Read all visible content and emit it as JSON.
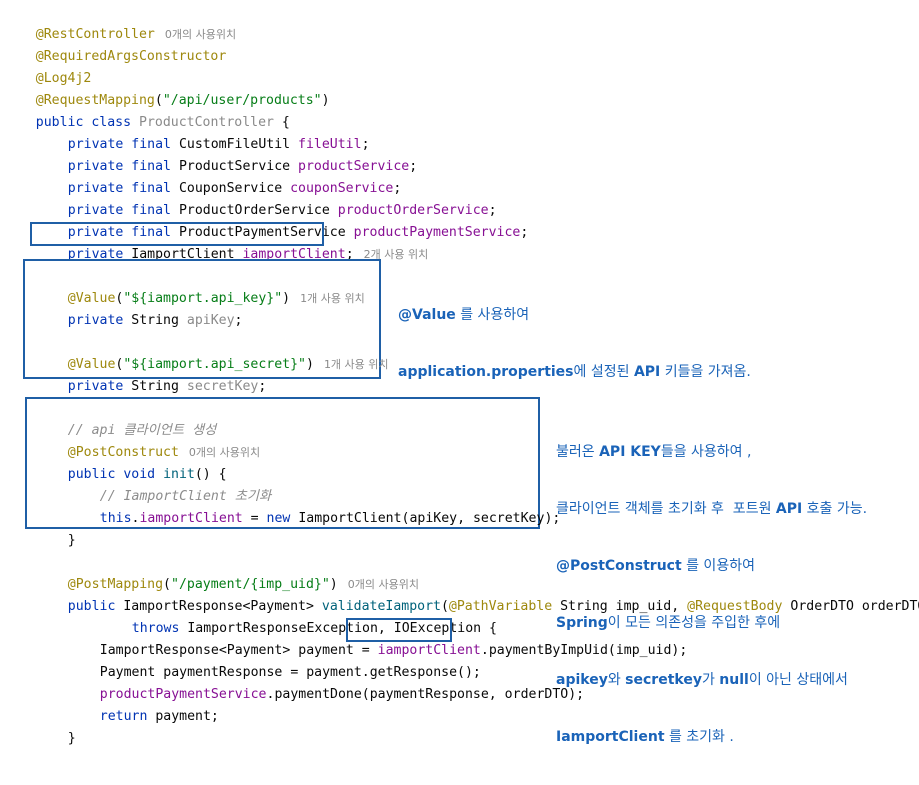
{
  "header": {
    "rest_controller": "@RestController",
    "rest_controller_hint": "0개의 사용위치",
    "required_args": "@RequiredArgsConstructor",
    "log4j2": "@Log4j2",
    "request_mapping_ann": "@RequestMapping",
    "request_mapping_path": "\"/api/user/products\"",
    "class_keywords": "public class",
    "class_name": "ProductController",
    "brace_open": " {"
  },
  "fields": [
    {
      "type": "CustomFileUtil",
      "name": "fileUtil"
    },
    {
      "type": "ProductService",
      "name": "productService"
    },
    {
      "type": "CouponService",
      "name": "couponService"
    },
    {
      "type": "ProductOrderService",
      "name": "productOrderService"
    },
    {
      "type": "ProductPaymentService",
      "name": "productPaymentService"
    },
    {
      "type": "IamportClient",
      "name": "iamportClient",
      "hint": "2개 사용 위치"
    }
  ],
  "modifiers": "private final",
  "modifier_private": "private",
  "values": {
    "api_key_ann": "@Value",
    "api_key_str": "\"${iamport.api_key}\"",
    "api_key_hint": "1개 사용 위치",
    "api_key_decl_type": "String",
    "api_key_name": "apiKey",
    "api_secret_ann": "@Value",
    "api_secret_str": "\"${iamport.api_secret}\"",
    "api_secret_hint": "1개 사용 위치",
    "api_secret_name": "secretKey"
  },
  "init": {
    "comment": "// api 클라이언트 생성",
    "post_construct": "@PostConstruct",
    "post_construct_hint": "0개의 사용위치",
    "signature_kw": "public void",
    "method_name": "init",
    "inner_comment": "// IamportClient 초기화",
    "this_kw": "this",
    "field": "iamportClient",
    "new_kw": "new",
    "ctor": "IamportClient(apiKey, secretKey);",
    "close": "}"
  },
  "payment": {
    "post_mapping_ann": "@PostMapping",
    "post_mapping_path": "\"/payment/{imp_uid}\"",
    "post_mapping_hint": "0개의 사용위치",
    "sig_public": "public",
    "sig_return": "IamportResponse<Payment>",
    "method_name": "validateIamport",
    "path_var_ann": "@PathVariable",
    "param1": "String imp_uid,",
    "req_body_ann": "@RequestBody",
    "param2": "OrderDTO orderDTO)",
    "throws_kw": "throws",
    "exceptions": "IamportResponseException, IOException {",
    "line1_type": "IamportResponse<Payment> payment = ",
    "line1_field": "iamportClient",
    "line1_rest": ".paymentByImpUid(imp_uid);",
    "line2": "Payment paymentResponse = payment.getResponse();",
    "line3_field": "productPaymentService",
    "line3_rest": ".paymentDone(paymentResponse, orderDTO);",
    "return_kw": "return",
    "return_rest": " payment;",
    "close": "}"
  },
  "notes": {
    "note1_line1_bold": "@Value",
    "note1_line1_rest": " 를 사용하여",
    "note1_line2_bold1": "application.properties",
    "note1_line2_mid": "에 설정된 ",
    "note1_line2_bold2": "API",
    "note1_line2_rest": " 키들을 가져옴.",
    "note2_l1_a": "불러온 ",
    "note2_l1_b": "API KEY",
    "note2_l1_c": "들을 사용하여 ,",
    "note2_l2_a": "클라이언트 객체를 초기화 후  포트원 ",
    "note2_l2_b": "API",
    "note2_l2_c": " 호출 가능.",
    "note2_l3_a": "@PostConstruct",
    "note2_l3_b": " 를 이용하여",
    "note2_l4_a": "Spring",
    "note2_l4_b": "이 모든 의존성을 주입한 후에",
    "note2_l5_a": "apikey",
    "note2_l5_b": "와 ",
    "note2_l5_c": "secretkey",
    "note2_l5_d": "가 ",
    "note2_l5_e": "null",
    "note2_l5_f": "이 아닌 상태에서",
    "note2_l6_a": "IamportClient",
    "note2_l6_b": " 를 초기화 ."
  }
}
